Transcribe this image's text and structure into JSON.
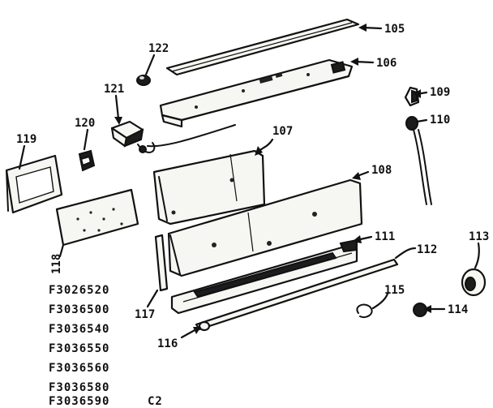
{
  "callouts": {
    "c105": "105",
    "c106": "106",
    "c122": "122",
    "c121": "121",
    "c109": "109",
    "c110": "110",
    "c120": "120",
    "c119": "119",
    "c107": "107",
    "c108": "108",
    "c111": "111",
    "c112": "112",
    "c113": "113",
    "c118": "118",
    "c117": "117",
    "c115": "115",
    "c114": "114",
    "c116": "116"
  },
  "models": [
    "F3026520",
    "F3036500",
    "F3036540",
    "F3036550",
    "F3036560",
    "F3036580",
    "F3036590"
  ],
  "diagram_code": "C2"
}
